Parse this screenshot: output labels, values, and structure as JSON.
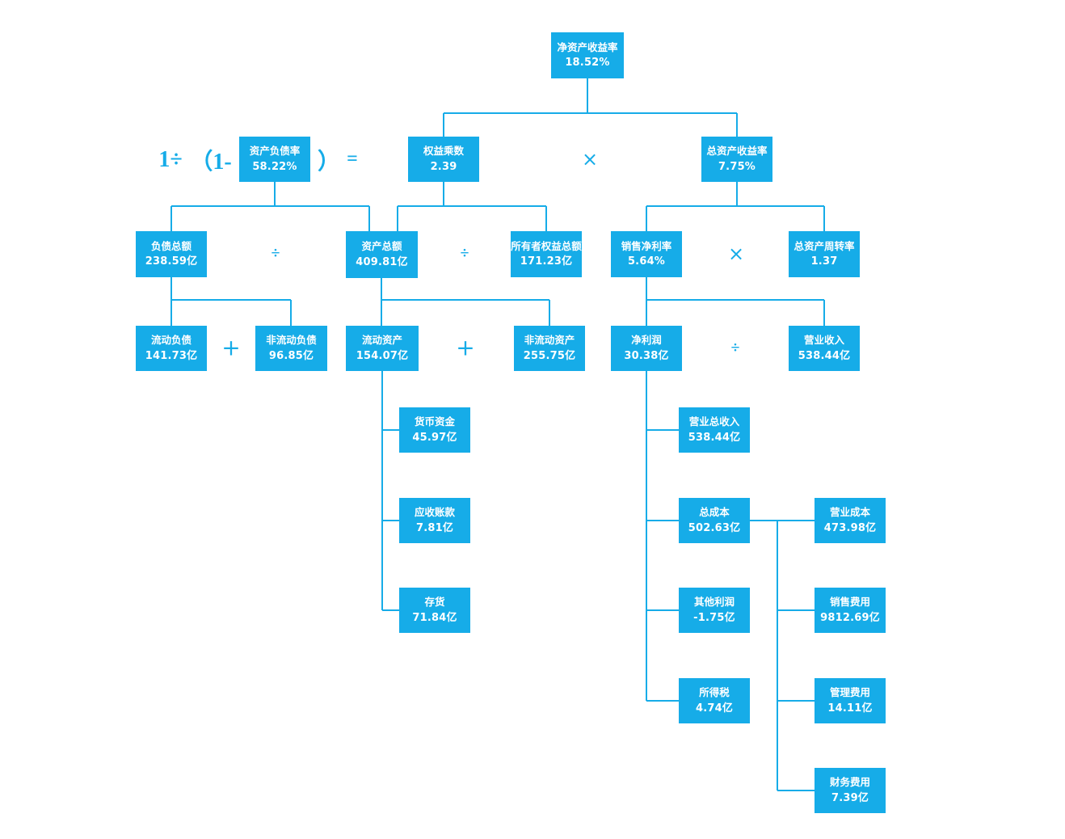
{
  "colors": {
    "accent": "#16ACE8",
    "box_text": "#FFFFFF",
    "background": "#FFFFFF"
  },
  "formula": {
    "one_divide": "1÷",
    "open_paren_minus": "（1-",
    "close_paren": "）",
    "equals": "="
  },
  "operators": {
    "multiply": "×",
    "divide": "÷",
    "plus": "+"
  },
  "nodes": {
    "roe": {
      "label": "净资产收益率",
      "value": "18.52%"
    },
    "debt_ratio": {
      "label": "资产负债率",
      "value": "58.22%"
    },
    "equity_multiplier": {
      "label": "权益乘数",
      "value": "2.39"
    },
    "roa": {
      "label": "总资产收益率",
      "value": "7.75%"
    },
    "total_liabilities": {
      "label": "负债总额",
      "value": "238.59亿"
    },
    "total_assets": {
      "label": "资产总额",
      "value": "409.81亿"
    },
    "total_equity": {
      "label": "所有者权益总额",
      "value": "171.23亿"
    },
    "net_margin": {
      "label": "销售净利率",
      "value": "5.64%"
    },
    "asset_turnover": {
      "label": "总资产周转率",
      "value": "1.37"
    },
    "current_liabilities": {
      "label": "流动负债",
      "value": "141.73亿"
    },
    "noncurrent_liabilities": {
      "label": "非流动负债",
      "value": "96.85亿"
    },
    "current_assets": {
      "label": "流动资产",
      "value": "154.07亿"
    },
    "noncurrent_assets": {
      "label": "非流动资产",
      "value": "255.75亿"
    },
    "net_profit": {
      "label": "净利润",
      "value": "30.38亿"
    },
    "revenue": {
      "label": "营业收入",
      "value": "538.44亿"
    },
    "cash": {
      "label": "货币资金",
      "value": "45.97亿"
    },
    "receivables": {
      "label": "应收账款",
      "value": "7.81亿"
    },
    "inventory": {
      "label": "存货",
      "value": "71.84亿"
    },
    "total_revenue": {
      "label": "营业总收入",
      "value": "538.44亿"
    },
    "total_cost": {
      "label": "总成本",
      "value": "502.63亿"
    },
    "other_profit": {
      "label": "其他利润",
      "value": "-1.75亿"
    },
    "income_tax": {
      "label": "所得税",
      "value": "4.74亿"
    },
    "operating_cost": {
      "label": "营业成本",
      "value": "473.98亿"
    },
    "selling_expense": {
      "label": "销售费用",
      "value": "9812.69亿"
    },
    "admin_expense": {
      "label": "管理费用",
      "value": "14.11亿"
    },
    "finance_expense": {
      "label": "财务费用",
      "value": "7.39亿"
    }
  }
}
